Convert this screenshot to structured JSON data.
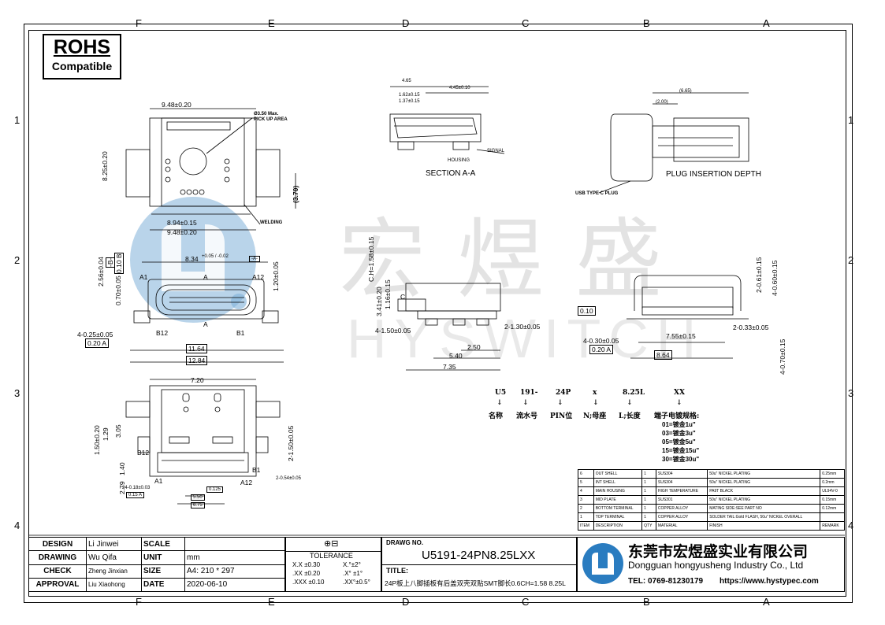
{
  "rohs": {
    "title": "ROHS",
    "subtitle": "Compatible"
  },
  "zones_top": [
    "F",
    "E",
    "D",
    "C",
    "B",
    "A"
  ],
  "zones_side": [
    "1",
    "2",
    "3",
    "4"
  ],
  "watermark": {
    "cn": "宏煜盛",
    "en": "HYSWITCH"
  },
  "view1": {
    "width_top": "9.48±0.20",
    "height": "8.25±0.20",
    "pickup": "Ø3.50  Max.",
    "pickup2": "PICK UP AREA",
    "side": "(3.70)",
    "welding": "WELDING",
    "width_mid": "8.94±0.15",
    "width_bot": "9.48±0.20"
  },
  "section": {
    "d1": "4.65",
    "d2": "4.45±0.10",
    "d3": "1.62±0.15",
    "d4": "1.37±0.15",
    "signal": "SIGNAL",
    "housing": "HOUSING",
    "label": "SECTION  A-A"
  },
  "plug": {
    "d1": "(6.65)",
    "d2": "(2.00)",
    "label": "PLUG  INSERTION  DEPTH",
    "usb": "USB TYPE C PLUG"
  },
  "view2": {
    "top": "8.34",
    "top_tol": "+0.05 / -0.02",
    "ref_a": "-A-",
    "a1": "A1",
    "a12": "A12",
    "a": "A",
    "b12": "B12",
    "b1": "B1",
    "b": "A",
    "v1": "2.56±0.04",
    "v2": "-B-",
    "v3": "0.10 B",
    "v4": "0.70±0.05",
    "v5": "1.20±0.05",
    "d1": "4-0.25±0.05",
    "d2": "0.20 A",
    "d3": "11.64",
    "d4": "12.84"
  },
  "view3": {
    "v1": "C.H=1.58±0.15",
    "v2": "3.41±0.20",
    "v3": "1.16±0.15",
    "c": "C",
    "d1": "4-1.50±0.05",
    "d2": "2-1.30±0.05",
    "d3": "2.50",
    "d4": "5.40",
    "d5": "7.35"
  },
  "view4": {
    "d0": "0.10",
    "v1": "2-0.61±0.15",
    "v2": "4-0.60±0.15",
    "d1": "7.55±0.15",
    "d2": "2-0.33±0.05",
    "d3": "4-0.30±0.05",
    "d4": "0.20 A",
    "d5": "8.64",
    "v3": "4-0.70±0.15"
  },
  "view5": {
    "top": "7.20",
    "v1": "1.50±0.20",
    "v2": "1.29",
    "v3": "3.05",
    "v4": "2-1.50±0.05",
    "v5": "1.40",
    "v6": "2.79",
    "b12": "B12",
    "b1": "B1",
    "a1": "A1",
    "a12": "A12",
    "d1": "2-0.54±0.05",
    "d2": "24-0.18±0.03",
    "d3": "0.15 A",
    "d4": "0.125",
    "d5": "5.50",
    "d6": "6.75"
  },
  "part_code": {
    "parts": [
      "U5",
      "191-",
      "24P",
      "x",
      "8.25L",
      "XX"
    ],
    "labels": [
      "名称",
      "流水号",
      "PIN位",
      "N;母座",
      "L;长度",
      "端子电镀规格:"
    ],
    "plating": [
      "01=镀金1u\"",
      "03=镀金3u\"",
      "05=镀金5u\"",
      "15=镀金15u\"",
      "30=镀金30u\""
    ]
  },
  "bom": {
    "rows": [
      [
        "6",
        "OUT SHELL",
        "1",
        "SUS304",
        "50u\" NICKEL PLATING",
        "0.25mm"
      ],
      [
        "5",
        "INT SHELL",
        "1",
        "SUS304",
        "50u\" NICKEL PLATING",
        "0.2mm"
      ],
      [
        "4",
        "MAIN HOUSING",
        "1",
        "HIGH TEMPERATURE",
        "PA9T BLACK",
        "UL94V-0"
      ],
      [
        "3",
        "MID PLATE",
        "1",
        "SUS301",
        "50u\" NICKEL PLATING",
        "0.15mm"
      ],
      [
        "2",
        "BOTTOM TERMINAL",
        "1",
        "COPPER ALLOY",
        "MATING SIDE:SEE PART NO",
        "0.12mm"
      ],
      [
        "1",
        "TOP TERMINAL",
        "1",
        "COPPER ALLOY",
        "SOLDER TAIL:Gold FLASH, 50u\" NICKEL OVERALL",
        ""
      ]
    ],
    "header": [
      "ITEM",
      "DESCRIPTION",
      "QTY",
      "MATERIAL",
      "FINISH",
      "REMARK"
    ]
  },
  "title_block": {
    "design_label": "DESIGN",
    "design": "Li Jinwei",
    "scale_label": "SCALE",
    "drawing_label": "DRAWING",
    "drawing": "Wu Qifa",
    "unit_label": "UNIT",
    "unit": "mm",
    "check_label": "CHECK",
    "check": "Zheng Jinxian",
    "size_label": "SIZE",
    "size": "A4: 210 * 297",
    "approval_label": "APPROVAL",
    "approval": "Liu Xiaohong",
    "date_label": "DATE",
    "date": "2020-06-10",
    "tolerance_label": "TOLERANCE",
    "tol": [
      "X.X  ±0.30",
      ".XX  ±0.20",
      ".XXX  ±0.10",
      "X.°±2°",
      ".X° ±1°",
      ".XX°±0.5°"
    ],
    "dwg_no_label": "DRAWG NO.",
    "dwg_no": "U5191-24PN8.25LXX",
    "title_label": "TITLE:",
    "title": "24P板上八脚插板有后盖双壳双贴SMT脚长0.6CH=1.58 8.25L",
    "company_cn": "东莞市宏煜盛实业有限公司",
    "company_en": "Dongguan hongyusheng Industry Co., Ltd",
    "tel": "TEL: 0769-81230179",
    "web": "https://www.hystypec.com"
  },
  "colors": {
    "watermark_blue": "#7fb0d8",
    "watermark_gray": "#dadada",
    "logo_blue": "#2a7cc0"
  }
}
